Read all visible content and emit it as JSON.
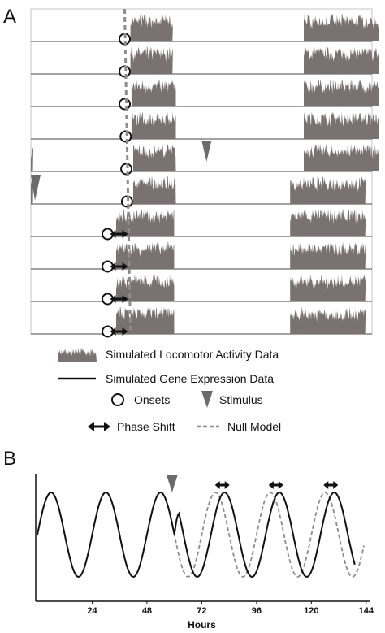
{
  "panel_a": {
    "label": "A"
  },
  "panel_b": {
    "label": "B"
  },
  "legend": {
    "activity": "Simulated Locomotor Activity Data",
    "expression": "Simulated Gene Expression Data",
    "onsets": "Onsets",
    "stimulus": "Stimulus",
    "phase_shift": "Phase Shift",
    "null_model": "Null Model"
  },
  "colors": {
    "activity": "#7a7272",
    "stimulus": "#6b6b6b",
    "null": "#8c8c8c",
    "line": "#111111"
  },
  "chart_data": [
    {
      "type": "actogram",
      "rows": 10,
      "activity_blocks": [
        [
          [
            29.2,
            41.5
          ],
          [
            80,
            102
          ]
        ],
        [
          [
            29.2,
            41.5
          ],
          [
            80,
            102
          ]
        ],
        [
          [
            29.5,
            42.5
          ],
          [
            80,
            102
          ]
        ],
        [
          [
            29.5,
            42.5
          ],
          [
            80,
            102
          ]
        ],
        [
          [
            0,
            0.6
          ],
          [
            30,
            42.5
          ],
          [
            80,
            102
          ]
        ],
        [
          [
            0,
            0.6
          ],
          [
            30,
            42.5
          ],
          [
            76,
            98
          ]
        ],
        [
          [
            25,
            42
          ],
          [
            76,
            98
          ]
        ],
        [
          [
            25,
            42
          ],
          [
            76,
            98
          ]
        ],
        [
          [
            25,
            42
          ],
          [
            76,
            98
          ]
        ],
        [
          [
            25,
            42
          ],
          [
            76,
            98
          ]
        ]
      ],
      "onsets": [
        27.5,
        27.5,
        27.5,
        27.8,
        28,
        28.2,
        22.5,
        22.5,
        22.5,
        22.5
      ],
      "phase_shift_rows": [
        7,
        8,
        9,
        10
      ],
      "stimulus_rows": [
        5,
        6
      ],
      "null_model_hour": 27.5
    },
    {
      "type": "line",
      "xlabel": "Hours",
      "x_ticks": [
        24,
        48,
        72,
        96,
        120,
        144
      ],
      "xlim": [
        0,
        144
      ],
      "series": [
        {
          "period": 24,
          "peak_hour": 6,
          "shift_hours": 4,
          "shift_at": 60
        },
        {
          "period": 24,
          "peak_hour": 6,
          "style": "dashed"
        }
      ],
      "stimulus_hour": 59,
      "phase_shift_marks": [
        81,
        104.5,
        128.5
      ]
    }
  ]
}
